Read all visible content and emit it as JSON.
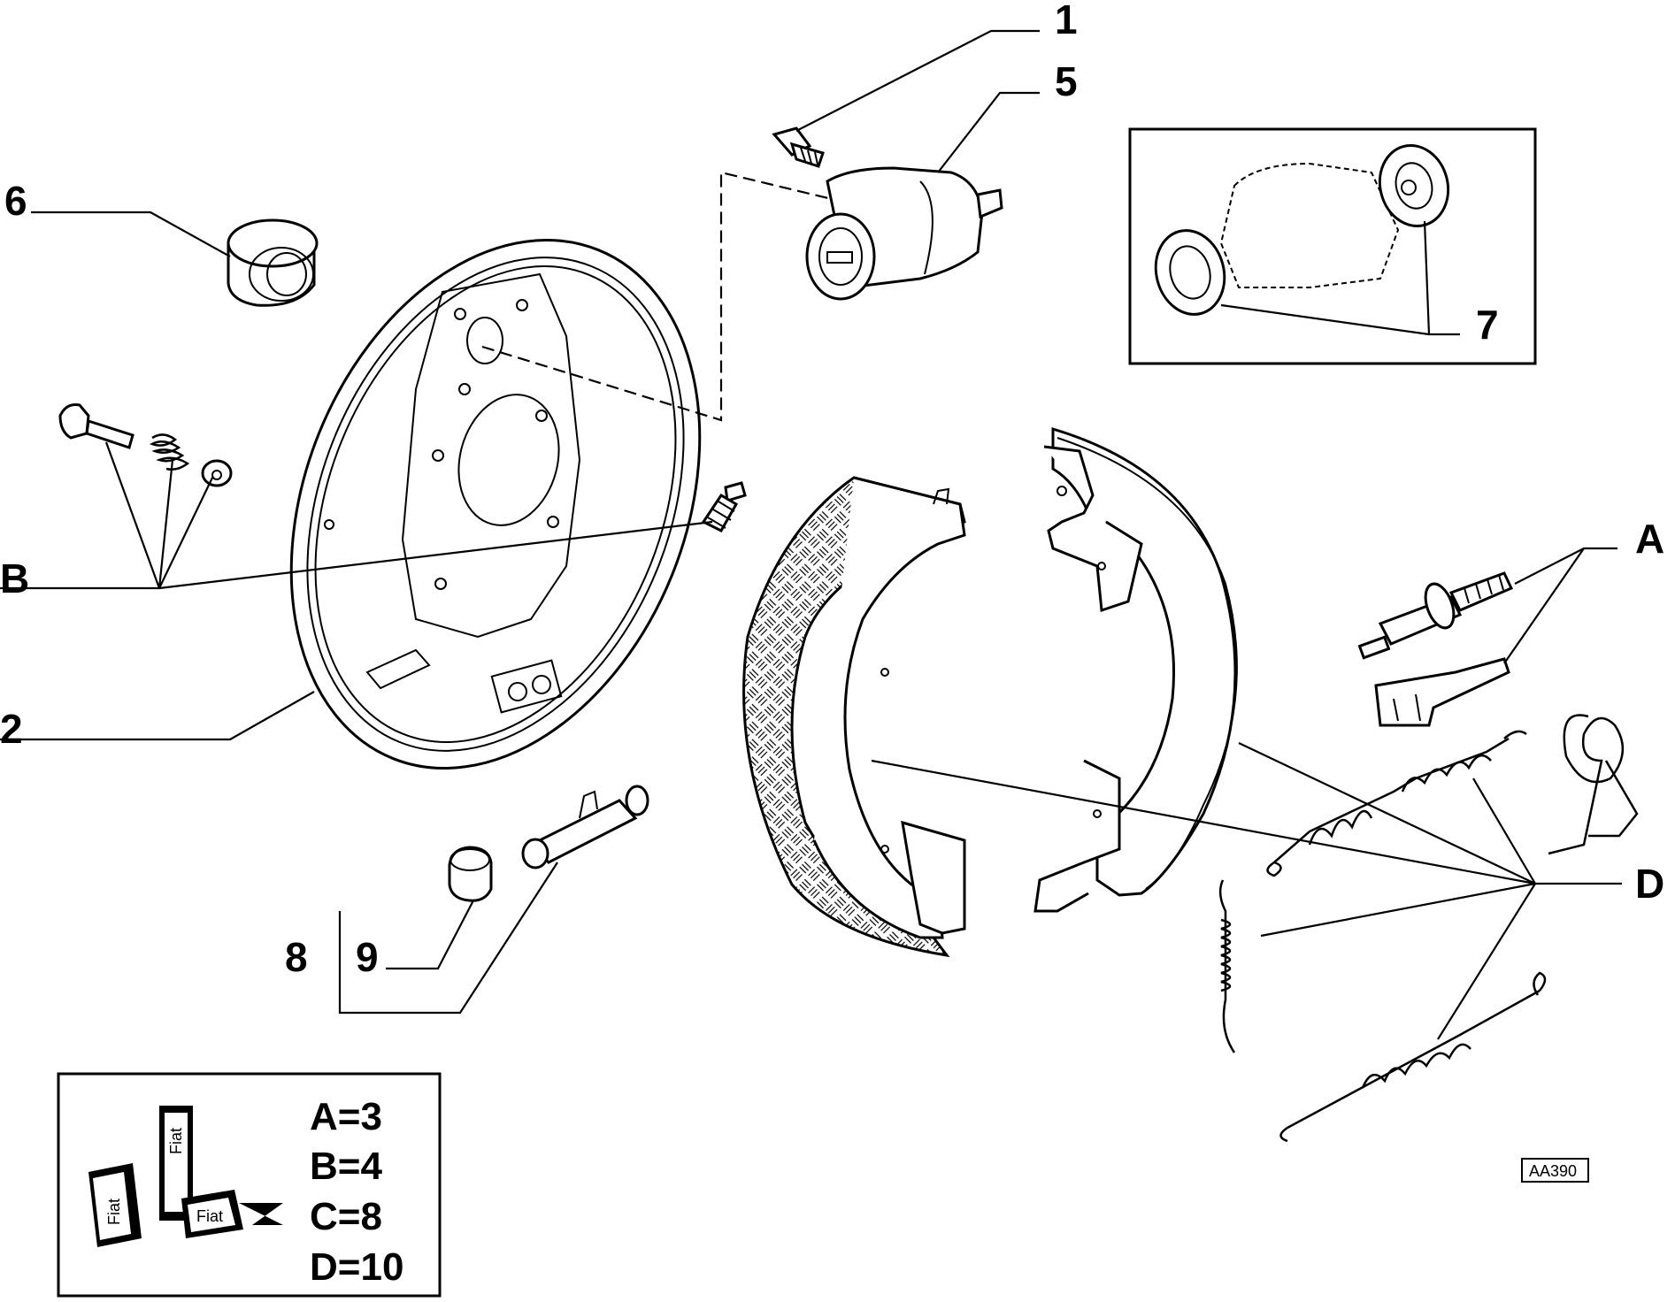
{
  "callouts": {
    "c1": "1",
    "c5": "5",
    "c6": "6",
    "c7": "7",
    "cB": "B",
    "c2": "2",
    "cA": "A",
    "cD": "D",
    "c8": "8",
    "c9": "9"
  },
  "legend": {
    "entries": [
      "A=3",
      "B=4",
      "C=8",
      "D=10"
    ],
    "brand_labels": [
      "Fiat",
      "Fiat",
      "Fiat"
    ]
  },
  "drawing_code": "AA390"
}
